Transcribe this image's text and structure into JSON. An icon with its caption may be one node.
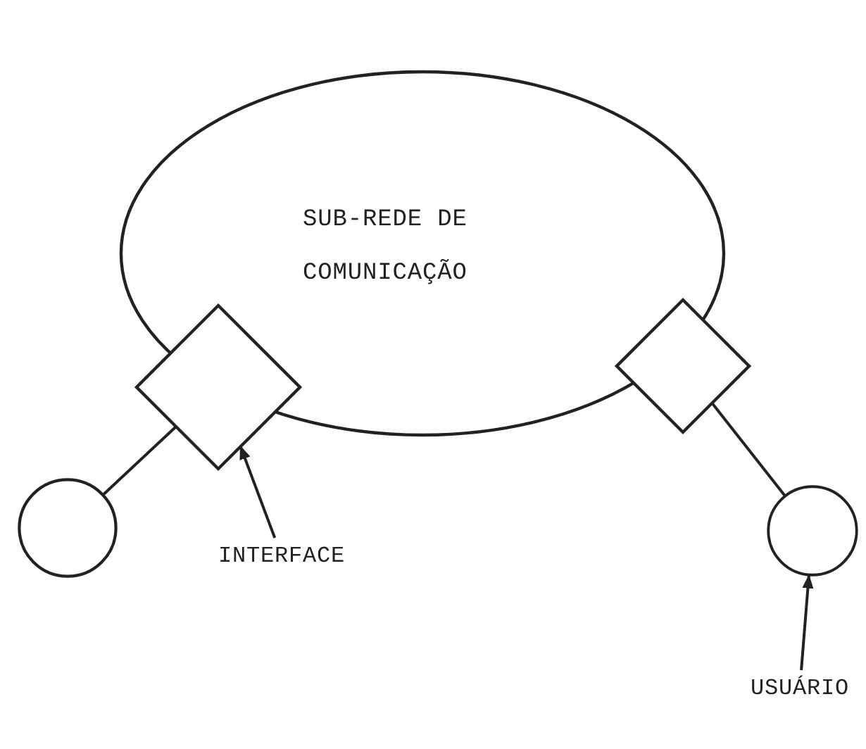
{
  "diagram": {
    "nodes": [
      {
        "text": [
          "SUB-REDE DE COMUNICAÇÃO"
        ]
      },
      {
        "text": [],
        "shape": "diamond"
      },
      {
        "text": [],
        "shape": "diamond"
      },
      {
        "text": [],
        "shape": "circle"
      },
      {
        "text": [],
        "shape": "circle"
      },
      {
        "text": [
          "INTERFACE"
        ]
      },
      {
        "text": [
          "USUÁRIO"
        ]
      }
    ],
    "edges": [
      {
        "from": 3,
        "to": 1,
        "arrow": "none"
      },
      {
        "from": 2,
        "to": 4,
        "arrow": "none"
      },
      {
        "from": 5,
        "to": 1,
        "arrow": "to"
      },
      {
        "from": 6,
        "to": 4,
        "arrow": "to"
      }
    ]
  }
}
